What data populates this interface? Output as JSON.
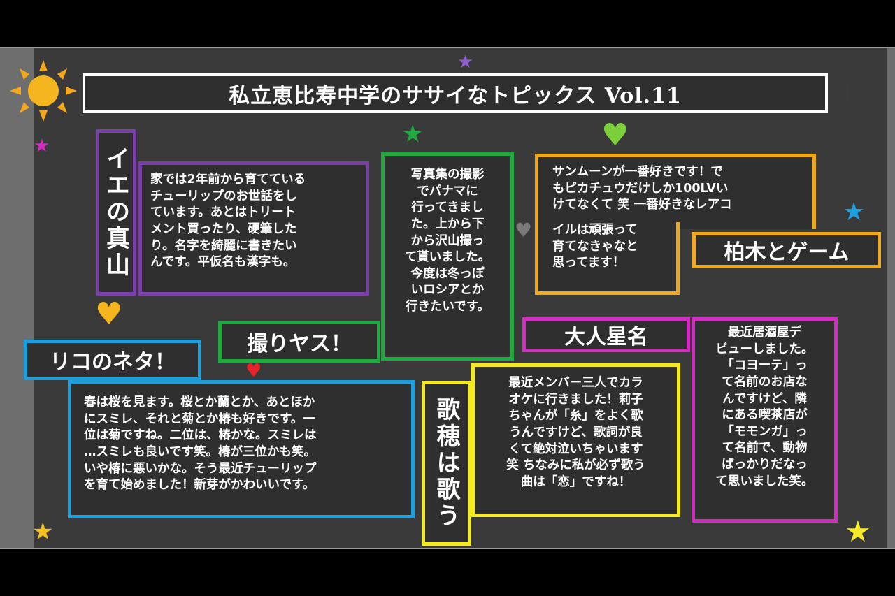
{
  "title": "私立恵比寿中学のササイなトピックス Vol.11",
  "sections": {
    "mayama": {
      "label": "イエの真山",
      "text": "家では2年前から育てている\nチューリップのお世話をし\nています。あとはトリート\nメント買ったり、硬筆した\nり。名字を綺麗に書きたい\nんです。平仮名も漢字も。",
      "color": "#7b3fa8"
    },
    "yasu": {
      "label": "撮りヤス！",
      "text": "写真集の撮影\nでパナマに\n行ってきまし\nた。上から下\nから沢山撮っ\nて貰いました。\n今度は冬っぽ\nいロシアとか\n行きたいです。",
      "color": "#1faa3f"
    },
    "kashiwagi": {
      "label": "柏木とゲーム",
      "text_top": "サンムーンが一番好きです！で\nもピカチュウだけしか100LVい\nけてなくて 笑 一番好きなレアコ",
      "text_bottom": "イルは頑張って\n育てなきゃなと\n思ってます！",
      "color": "#f0a81c"
    },
    "riko": {
      "label": "リコのネタ！",
      "text": "春は桜を見ます。桜とか蘭とか、あとほか\nにスミレ、それと菊とか椿も好きです。一\n位は菊ですね。二位は、椿かな。スミレは\n…スミレも良いです笑。椿が三位かも笑。\nいや椿に悪いかな。そう最近チューリップ\nを育て始めました！新芽がかわいいです。",
      "color": "#1e9fdc"
    },
    "kaho": {
      "label": "歌穂は歌う",
      "text": "最近メンバー三人でカラ\nオケに行きました！莉子\nちゃんが「糸」をよく歌\nうんですけど、歌詞が良\nくて絶対泣いちゃいます\n笑 ちなみに私が必ず歌う\n曲は「恋」ですね！",
      "color": "#f5e81b"
    },
    "hoshina": {
      "label": "大人星名",
      "text": "最近居酒屋デ\nビューしました。\n「コヨーテ」っ\nて名前のお店な\nんですけど、隣\nにある喫茶店が\n「モモンガ」っ\nて名前で、動物\nばっかりだなっ\nて思いました笑。",
      "color": "#d42cc3"
    }
  },
  "decorations": [
    "sun-icon",
    "moon-icon",
    "star-icon",
    "heart-icon"
  ]
}
